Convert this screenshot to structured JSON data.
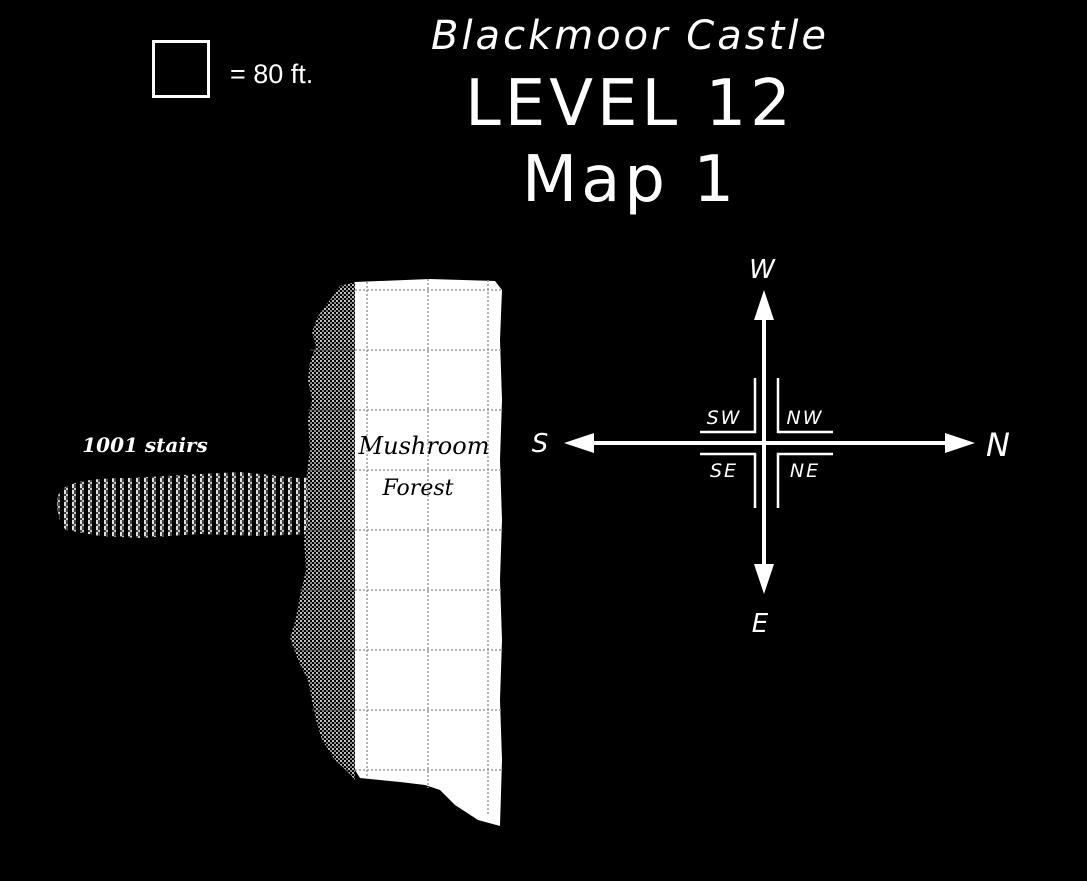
{
  "legend": {
    "scale_label": "= 80 ft."
  },
  "title": {
    "castle": "Blackmoor Castle",
    "level": "LEVEL 12",
    "map": "Map 1"
  },
  "map": {
    "stairs_label": "1001 stairs",
    "region_line1": "Mushroom",
    "region_line2": "Forest"
  },
  "compass": {
    "west": "W",
    "east": "E",
    "south": "S",
    "north": "N",
    "sw": "SW",
    "nw": "NW",
    "se": "SE",
    "ne": "NE"
  },
  "colors": {
    "background": "#000000",
    "ink": "#ffffff",
    "grid": "#9a9a9a"
  }
}
